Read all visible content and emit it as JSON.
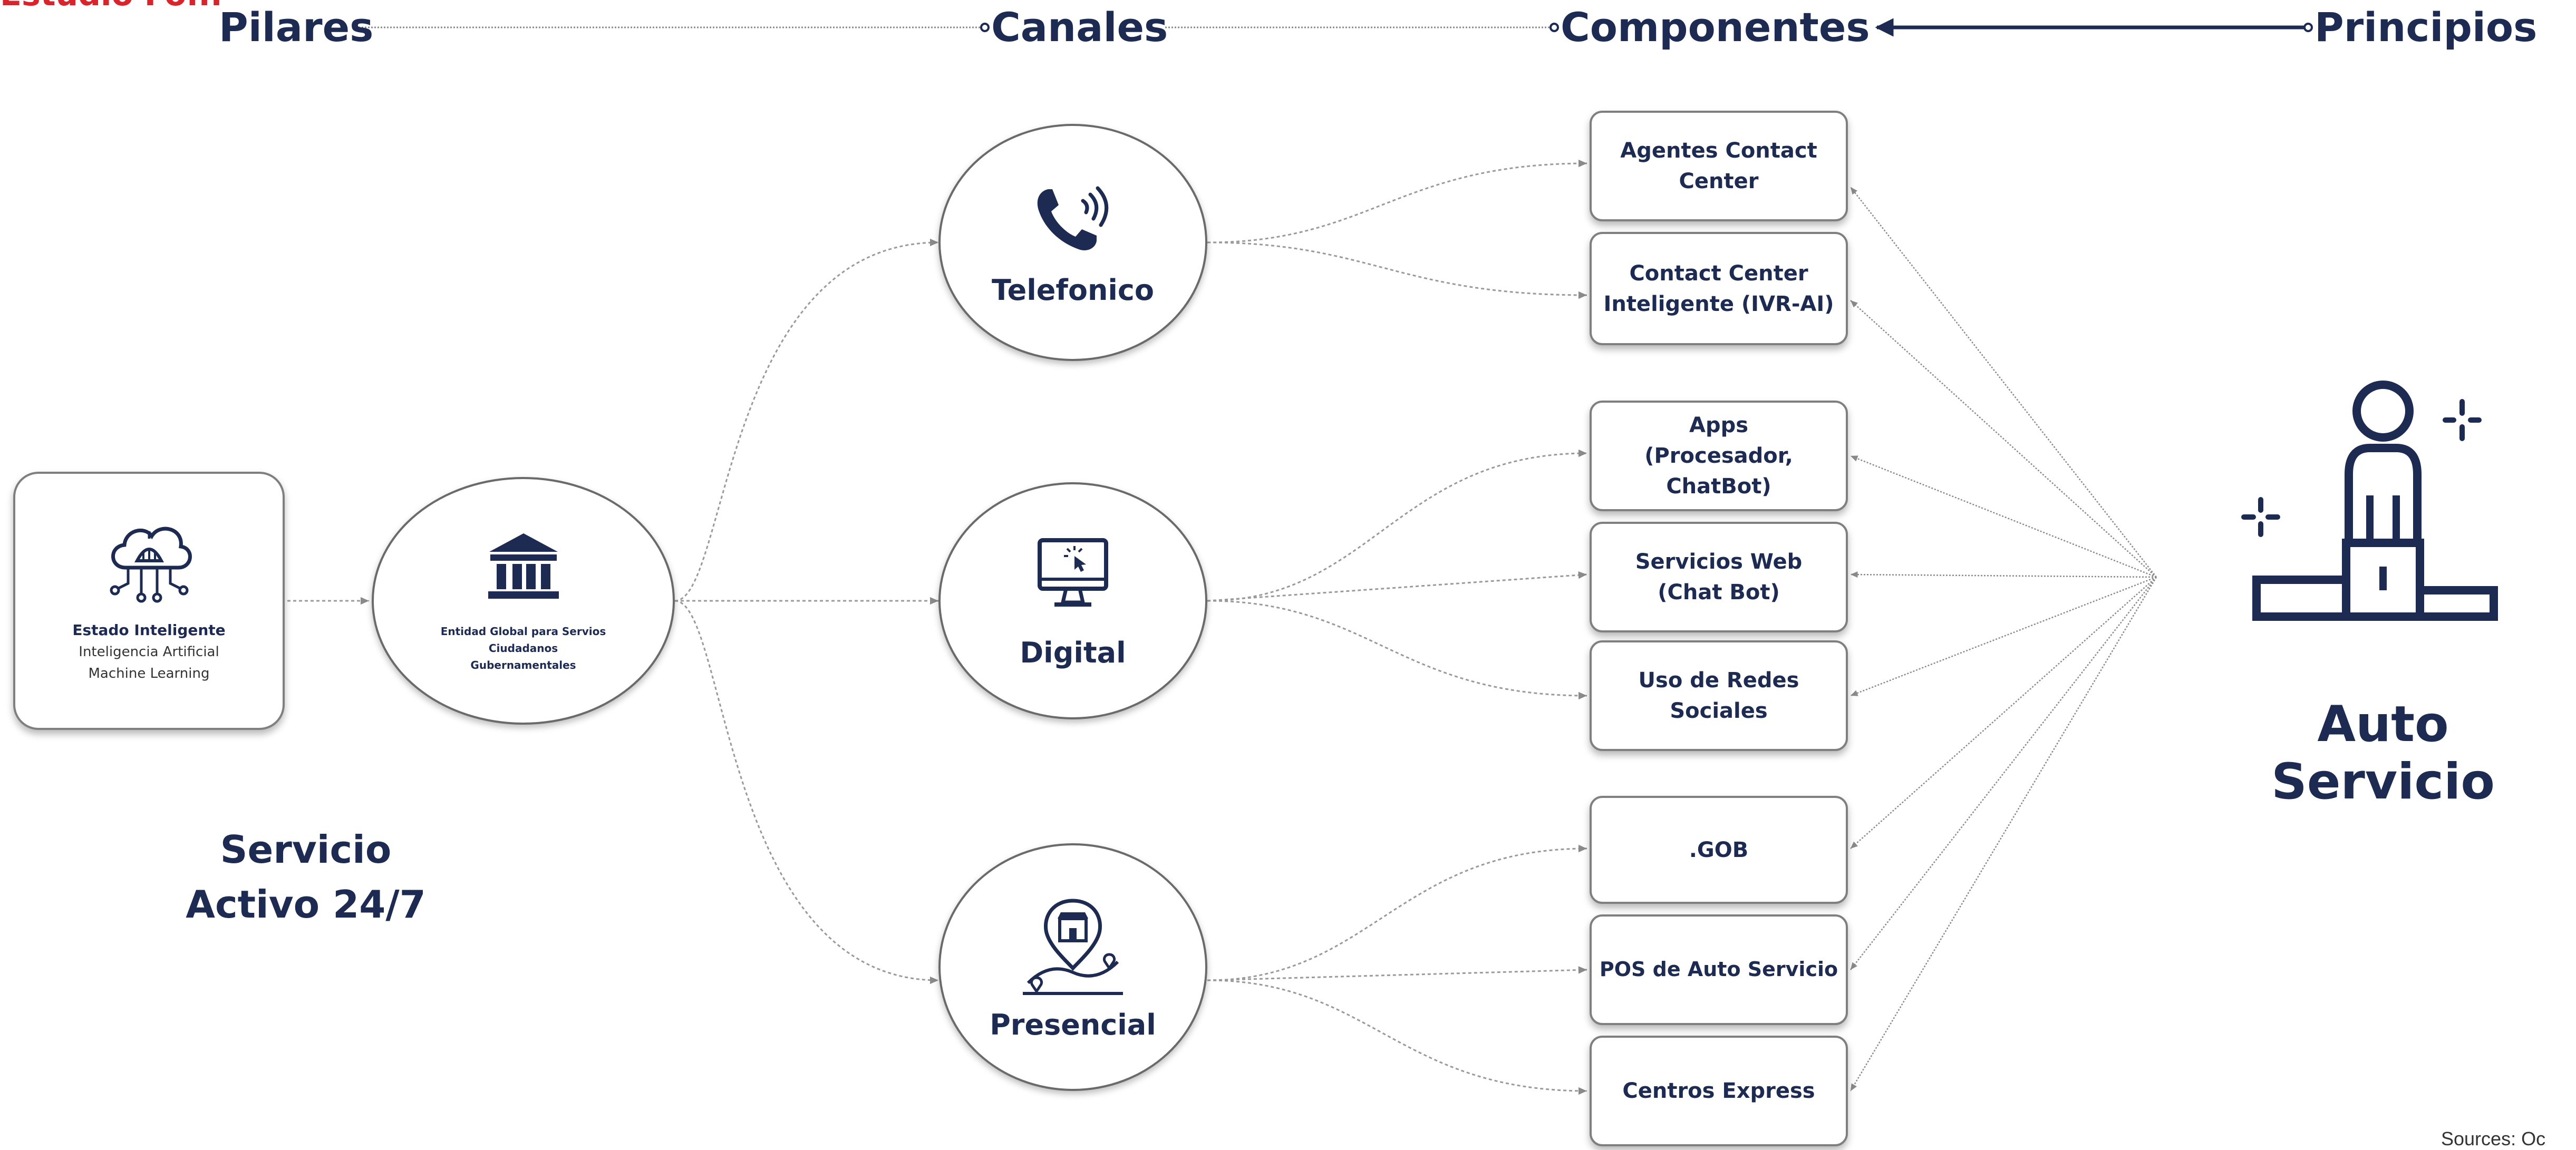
{
  "header": {
    "corner_text": "Estudio Fo...",
    "pilares": "Pilares",
    "canales": "Canales",
    "componentes": "Componentes",
    "principios": "Principios"
  },
  "pilar": {
    "estado": {
      "title": "Estado Inteligente",
      "line1": "Inteligencia Artificial",
      "line2": "Machine Learning"
    },
    "entidad": {
      "line1": "Entidad Global para Servios",
      "line2": "Ciudadanos",
      "line3": "Gubernamentales"
    },
    "servicio": {
      "line1": "Servicio",
      "line2": "Activo 24/7"
    }
  },
  "canales": {
    "telefonico": "Telefonico",
    "digital": "Digital",
    "presencial": "Presencial"
  },
  "componentes": {
    "agentes": [
      "Agentes Contact",
      "Center"
    ],
    "contact_center": [
      "Contact Center",
      "Inteligente (IVR-AI)"
    ],
    "apps": [
      "Apps",
      "(Procesador,",
      "ChatBot)"
    ],
    "servicios_web": [
      "Servicios Web",
      "(Chat Bot)"
    ],
    "redes": [
      "Uso de Redes",
      "Sociales"
    ],
    "gob": [
      ".GOB"
    ],
    "pos": [
      "POS de Auto Servicio"
    ],
    "centros": [
      "Centros Express"
    ]
  },
  "principio": {
    "label": "Auto Servicio"
  },
  "footer": {
    "sources": "Sources: Oc"
  },
  "icons": {
    "cloud": "cloud-network-icon",
    "bank": "government-building-icon",
    "phone": "phone-icon",
    "monitor": "monitor-click-icon",
    "store": "store-location-icon",
    "person": "person-podium-icon"
  },
  "colors": {
    "navy": "#1d2a52",
    "red": "#d9232d",
    "border": "#7f7f7f",
    "line": "#9a9a9a"
  }
}
